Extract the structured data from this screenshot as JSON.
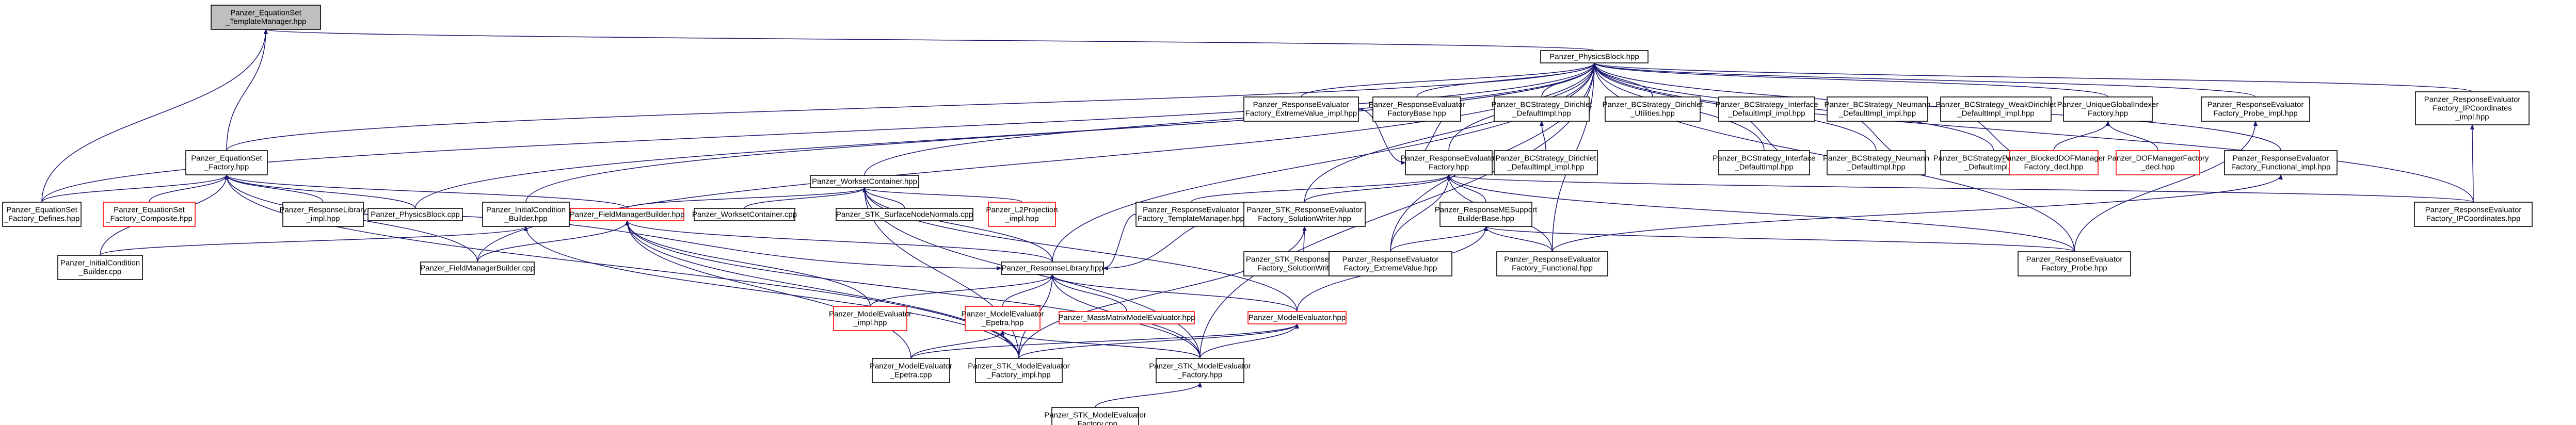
{
  "diagram": {
    "type": "include-dependency-graph",
    "colors": {
      "edge": "#191970",
      "root_fill": "#bfbfbf",
      "truncated_border": "#ff0000",
      "node_border": "#000000"
    },
    "nodes": [
      {
        "id": "tm",
        "lines": [
          "Panzer_EquationSet",
          "_TemplateManager.hpp"
        ],
        "root": true
      },
      {
        "id": "pb",
        "lines": [
          "Panzer_PhysicsBlock.hpp"
        ]
      },
      {
        "id": "esf",
        "lines": [
          "Panzer_EquationSet",
          "_Factory.hpp"
        ]
      },
      {
        "id": "esfd",
        "lines": [
          "Panzer_EquationSet",
          "_Factory_Defines.hpp"
        ]
      },
      {
        "id": "esfc",
        "lines": [
          "Panzer_EquationSet",
          "_Factory_Composite.hpp"
        ],
        "truncated": true
      },
      {
        "id": "rli",
        "lines": [
          "Panzer_ResponseLibrary",
          "_impl.hpp"
        ]
      },
      {
        "id": "pbcpp",
        "lines": [
          "Panzer_PhysicsBlock.cpp"
        ]
      },
      {
        "id": "icb",
        "lines": [
          "Panzer_InitialCondition",
          "_Builder.hpp"
        ]
      },
      {
        "id": "iccpp",
        "lines": [
          "Panzer_InitialCondition",
          "_Builder.cpp"
        ]
      },
      {
        "id": "fmb",
        "lines": [
          "Panzer_FieldManagerBuilder.hpp"
        ],
        "truncated": true
      },
      {
        "id": "fmbcpp",
        "lines": [
          "Panzer_FieldManagerBuilder.cpp"
        ]
      },
      {
        "id": "wc",
        "lines": [
          "Panzer_WorksetContainer.hpp"
        ]
      },
      {
        "id": "wccpp",
        "lines": [
          "Panzer_WorksetContainer.cpp"
        ]
      },
      {
        "id": "snn",
        "lines": [
          "Panzer_STK_SurfaceNodeNormals.cpp"
        ]
      },
      {
        "id": "l2",
        "lines": [
          "Panzer_L2Projection",
          "_impl.hpp"
        ],
        "truncated": true
      },
      {
        "id": "rl",
        "lines": [
          "Panzer_ResponseLibrary.hpp"
        ]
      },
      {
        "id": "mei",
        "lines": [
          "Panzer_ModelEvaluator",
          "_impl.hpp"
        ],
        "truncated": true
      },
      {
        "id": "mee",
        "lines": [
          "Panzer_ModelEvaluator",
          "_Epetra.hpp"
        ],
        "truncated": true
      },
      {
        "id": "mmme",
        "lines": [
          "Panzer_MassMatrixModelEvaluator.hpp"
        ],
        "truncated": true
      },
      {
        "id": "meecpp",
        "lines": [
          "Panzer_ModelEvaluator",
          "_Epetra.cpp"
        ]
      },
      {
        "id": "stkmefi",
        "lines": [
          "Panzer_STK_ModelEvaluator",
          "_Factory_impl.hpp"
        ]
      },
      {
        "id": "me",
        "lines": [
          "Panzer_ModelEvaluator.hpp"
        ],
        "truncated": true
      },
      {
        "id": "stkmef",
        "lines": [
          "Panzer_STK_ModelEvaluator",
          "_Factory.hpp"
        ]
      },
      {
        "id": "stkmefcpp",
        "lines": [
          "Panzer_STK_ModelEvaluator",
          "_Factory.cpp"
        ]
      },
      {
        "id": "retm",
        "lines": [
          "Panzer_ResponseEvaluator",
          "Factory_TemplateManager.hpp"
        ]
      },
      {
        "id": "reevi",
        "lines": [
          "Panzer_ResponseEvaluator",
          "Factory_ExtremeValue_impl.hpp"
        ]
      },
      {
        "id": "stkrsw",
        "lines": [
          "Panzer_STK_ResponseEvaluator",
          "Factory_SolutionWriter.hpp"
        ]
      },
      {
        "id": "stkrswcpp",
        "lines": [
          "Panzer_STK_ResponseEvaluator",
          "Factory_SolutionWriter.cpp"
        ]
      },
      {
        "id": "rfb",
        "lines": [
          "Panzer_ResponseEvaluator",
          "FactoryBase.hpp"
        ]
      },
      {
        "id": "ref",
        "lines": [
          "Panzer_ResponseEvaluator",
          "Factory.hpp"
        ]
      },
      {
        "id": "rmesb",
        "lines": [
          "Panzer_ResponseMESupport",
          "BuilderBase.hpp"
        ]
      },
      {
        "id": "reev",
        "lines": [
          "Panzer_ResponseEvaluator",
          "Factory_ExtremeValue.hpp"
        ]
      },
      {
        "id": "refn",
        "lines": [
          "Panzer_ResponseEvaluator",
          "Factory_Functional.hpp"
        ]
      },
      {
        "id": "bcdi",
        "lines": [
          "Panzer_BCStrategy_Dirichlet",
          "_DefaultImpl.hpp"
        ]
      },
      {
        "id": "bcdii",
        "lines": [
          "Panzer_BCStrategy_Dirichlet",
          "_DefaultImpl_impl.hpp"
        ]
      },
      {
        "id": "bcdu",
        "lines": [
          "Panzer_BCStrategy_Dirichlet",
          "_Utilities.hpp"
        ]
      },
      {
        "id": "bcii",
        "lines": [
          "Panzer_BCStrategy_Interface",
          "_DefaultImpl_impl.hpp"
        ]
      },
      {
        "id": "bci",
        "lines": [
          "Panzer_BCStrategy_Interface",
          "_DefaultImpl.hpp"
        ]
      },
      {
        "id": "bcni",
        "lines": [
          "Panzer_BCStrategy_Neumann",
          "_DefaultImpl_impl.hpp"
        ]
      },
      {
        "id": "bcn",
        "lines": [
          "Panzer_BCStrategy_Neumann",
          "_DefaultImpl.hpp"
        ]
      },
      {
        "id": "bcwdi",
        "lines": [
          "Panzer_BCStrategy_WeakDirichlet",
          "_DefaultImpl_impl.hpp"
        ]
      },
      {
        "id": "bcwd",
        "lines": [
          "Panzer_BCStrategy_WeakDirichlet",
          "_DefaultImpl.hpp"
        ]
      },
      {
        "id": "ugif",
        "lines": [
          "Panzer_UniqueGlobalIndexer",
          "Factory.hpp"
        ]
      },
      {
        "id": "bdof",
        "lines": [
          "Panzer_BlockedDOFManager",
          "Factory_decl.hpp"
        ],
        "truncated": true
      },
      {
        "id": "dof",
        "lines": [
          "Panzer_DOFManagerFactory",
          "_decl.hpp"
        ],
        "truncated": true
      },
      {
        "id": "rpi",
        "lines": [
          "Panzer_ResponseEvaluator",
          "Factory_Probe_impl.hpp"
        ]
      },
      {
        "id": "rfi",
        "lines": [
          "Panzer_ResponseEvaluator",
          "Factory_Functional_impl.hpp"
        ]
      },
      {
        "id": "rp",
        "lines": [
          "Panzer_ResponseEvaluator",
          "Factory_Probe.hpp"
        ]
      },
      {
        "id": "rici",
        "lines": [
          "Panzer_ResponseEvaluator",
          "Factory_IPCoordinates",
          "_impl.hpp"
        ]
      },
      {
        "id": "ric",
        "lines": [
          "Panzer_ResponseEvaluator",
          "Factory_IPCoordinates.hpp"
        ]
      }
    ],
    "edges": [
      [
        "pb",
        "tm"
      ],
      [
        "esf",
        "tm"
      ],
      [
        "esfd",
        "tm"
      ],
      [
        "esf",
        "pb"
      ],
      [
        "esfd",
        "esf"
      ],
      [
        "esfc",
        "esf"
      ],
      [
        "rli",
        "esf"
      ],
      [
        "pbcpp",
        "esf"
      ],
      [
        "iccpp",
        "esf"
      ],
      [
        "fmbcpp",
        "esf"
      ],
      [
        "fmb",
        "esf"
      ],
      [
        "stkmefi",
        "esf"
      ],
      [
        "pbcpp",
        "pb"
      ],
      [
        "icb",
        "pb"
      ],
      [
        "wc",
        "pb"
      ],
      [
        "rl",
        "pb"
      ],
      [
        "reevi",
        "pb"
      ],
      [
        "stkrsw",
        "pb"
      ],
      [
        "rfb",
        "pb"
      ],
      [
        "ref",
        "pb"
      ],
      [
        "bcdi",
        "pb"
      ],
      [
        "bcdu",
        "pb"
      ],
      [
        "bci",
        "pb"
      ],
      [
        "bcn",
        "pb"
      ],
      [
        "bcwd",
        "pb"
      ],
      [
        "ugif",
        "pb"
      ],
      [
        "rpi",
        "pb"
      ],
      [
        "rfi",
        "pb"
      ],
      [
        "rici",
        "pb"
      ],
      [
        "ric",
        "pb"
      ],
      [
        "reev",
        "pb"
      ],
      [
        "refn",
        "pb"
      ],
      [
        "rp",
        "pb"
      ],
      [
        "stkmef",
        "pb"
      ],
      [
        "esfd",
        "pb"
      ],
      [
        "fmbcpp",
        "pb"
      ],
      [
        "iccpp",
        "icb"
      ],
      [
        "stkmefi",
        "icb"
      ],
      [
        "fmbcpp",
        "fmb"
      ],
      [
        "mei",
        "fmb"
      ],
      [
        "meecpp",
        "fmb"
      ],
      [
        "stkmefi",
        "fmb"
      ],
      [
        "rl",
        "fmb"
      ],
      [
        "stkmef",
        "fmb"
      ],
      [
        "fmb",
        "wc"
      ],
      [
        "wccpp",
        "wc"
      ],
      [
        "snn",
        "wc"
      ],
      [
        "l2",
        "wc"
      ],
      [
        "rl",
        "wc"
      ],
      [
        "stkmefi",
        "wc"
      ],
      [
        "stkmef",
        "wc"
      ],
      [
        "me",
        "wc"
      ],
      [
        "mei",
        "rl"
      ],
      [
        "mee",
        "rl"
      ],
      [
        "mmme",
        "rl"
      ],
      [
        "me",
        "rl"
      ],
      [
        "stkmefi",
        "rl"
      ],
      [
        "stkmef",
        "rl"
      ],
      [
        "rli",
        "rl"
      ],
      [
        "retm",
        "rl"
      ],
      [
        "stkrsw",
        "rl"
      ],
      [
        "meecpp",
        "mee"
      ],
      [
        "stkmefi",
        "mee"
      ],
      [
        "stkmef",
        "mee"
      ],
      [
        "stkmefi",
        "me"
      ],
      [
        "stkmef",
        "me"
      ],
      [
        "meecpp",
        "me"
      ],
      [
        "stkmefcpp",
        "stkmef"
      ],
      [
        "retm",
        "ref"
      ],
      [
        "stkrsw",
        "ref"
      ],
      [
        "reev",
        "ref"
      ],
      [
        "refn",
        "ref"
      ],
      [
        "rp",
        "ref"
      ],
      [
        "rmesb",
        "ref"
      ],
      [
        "ric",
        "ref"
      ],
      [
        "reevi",
        "ref"
      ],
      [
        "rfb",
        "ref"
      ],
      [
        "stkrswcpp",
        "stkrsw"
      ],
      [
        "stkmefi",
        "stkrsw"
      ],
      [
        "reev",
        "rmesb"
      ],
      [
        "refn",
        "rmesb"
      ],
      [
        "rp",
        "rmesb"
      ],
      [
        "me",
        "rmesb"
      ],
      [
        "bcdii",
        "bcdi"
      ],
      [
        "bcii",
        "bci"
      ],
      [
        "bcni",
        "bcn"
      ],
      [
        "bcwdi",
        "bcwd"
      ],
      [
        "bdof",
        "ugif"
      ],
      [
        "dof",
        "ugif"
      ],
      [
        "rp",
        "rpi"
      ],
      [
        "refn",
        "rfi"
      ],
      [
        "ric",
        "rici"
      ]
    ]
  }
}
